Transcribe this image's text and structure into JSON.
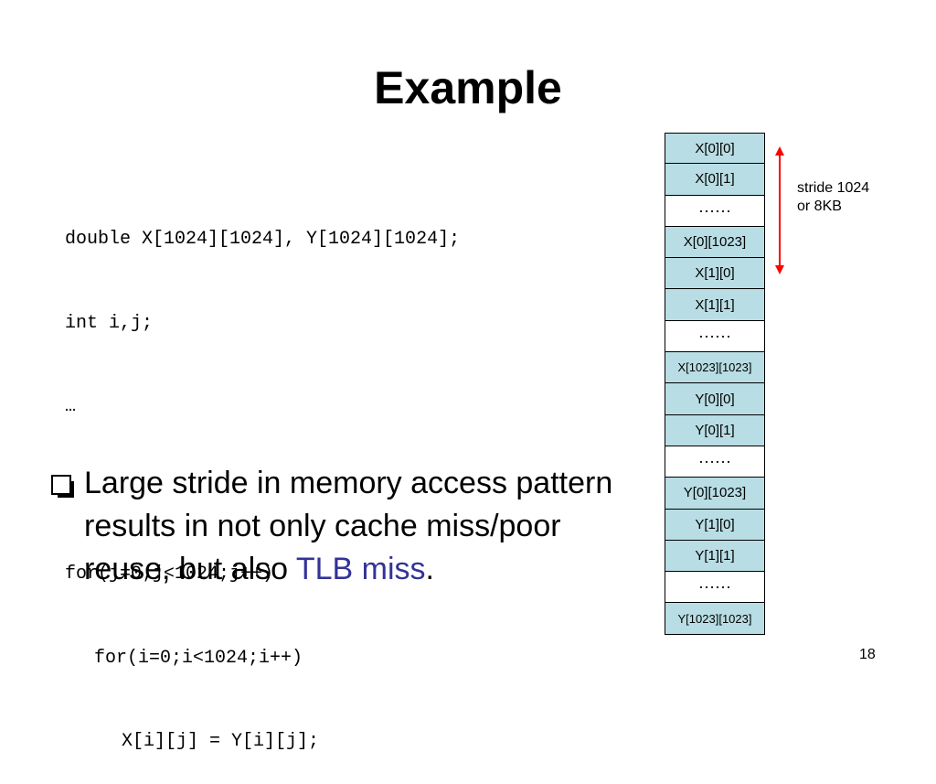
{
  "slide": {
    "title": "Example",
    "page_number": "18"
  },
  "code": {
    "lines": [
      {
        "indent": 0,
        "text": "double X[1024][1024], Y[1024][1024];"
      },
      {
        "indent": 0,
        "text": "int i,j;"
      },
      {
        "indent": 0,
        "text": "…"
      },
      {
        "indent": 0,
        "text": ""
      },
      {
        "indent": 0,
        "text": "for(j=0;j<1024;j++)"
      },
      {
        "indent": 1,
        "text": "for(i=0;i<1024;i++)"
      },
      {
        "indent": 2,
        "text": "X[i][j] = Y[i][j];"
      }
    ]
  },
  "bullet": {
    "icon": "hollow-square-bullet-icon",
    "text_before": "Large stride in memory access pattern results in not only cache miss/poor reuse, but also ",
    "highlight": "TLB miss",
    "text_after": ".",
    "highlight_color": "#333399"
  },
  "memory_layout": {
    "cell_color": "#b8dde4",
    "cells": [
      "X[0][0]",
      "X[0][1]",
      "……",
      "X[0][1023]",
      "X[1][0]",
      "X[1][1]",
      "……",
      "X[1023][1023]",
      "Y[0][0]",
      "Y[0][1]",
      "……",
      "Y[0][1023]",
      "Y[1][0]",
      "Y[1][1]",
      "……",
      "Y[1023][1023]"
    ]
  },
  "stride_annotation": {
    "line1": "stride 1024",
    "line2": "or 8KB",
    "arrow_color": "#ff0000"
  }
}
